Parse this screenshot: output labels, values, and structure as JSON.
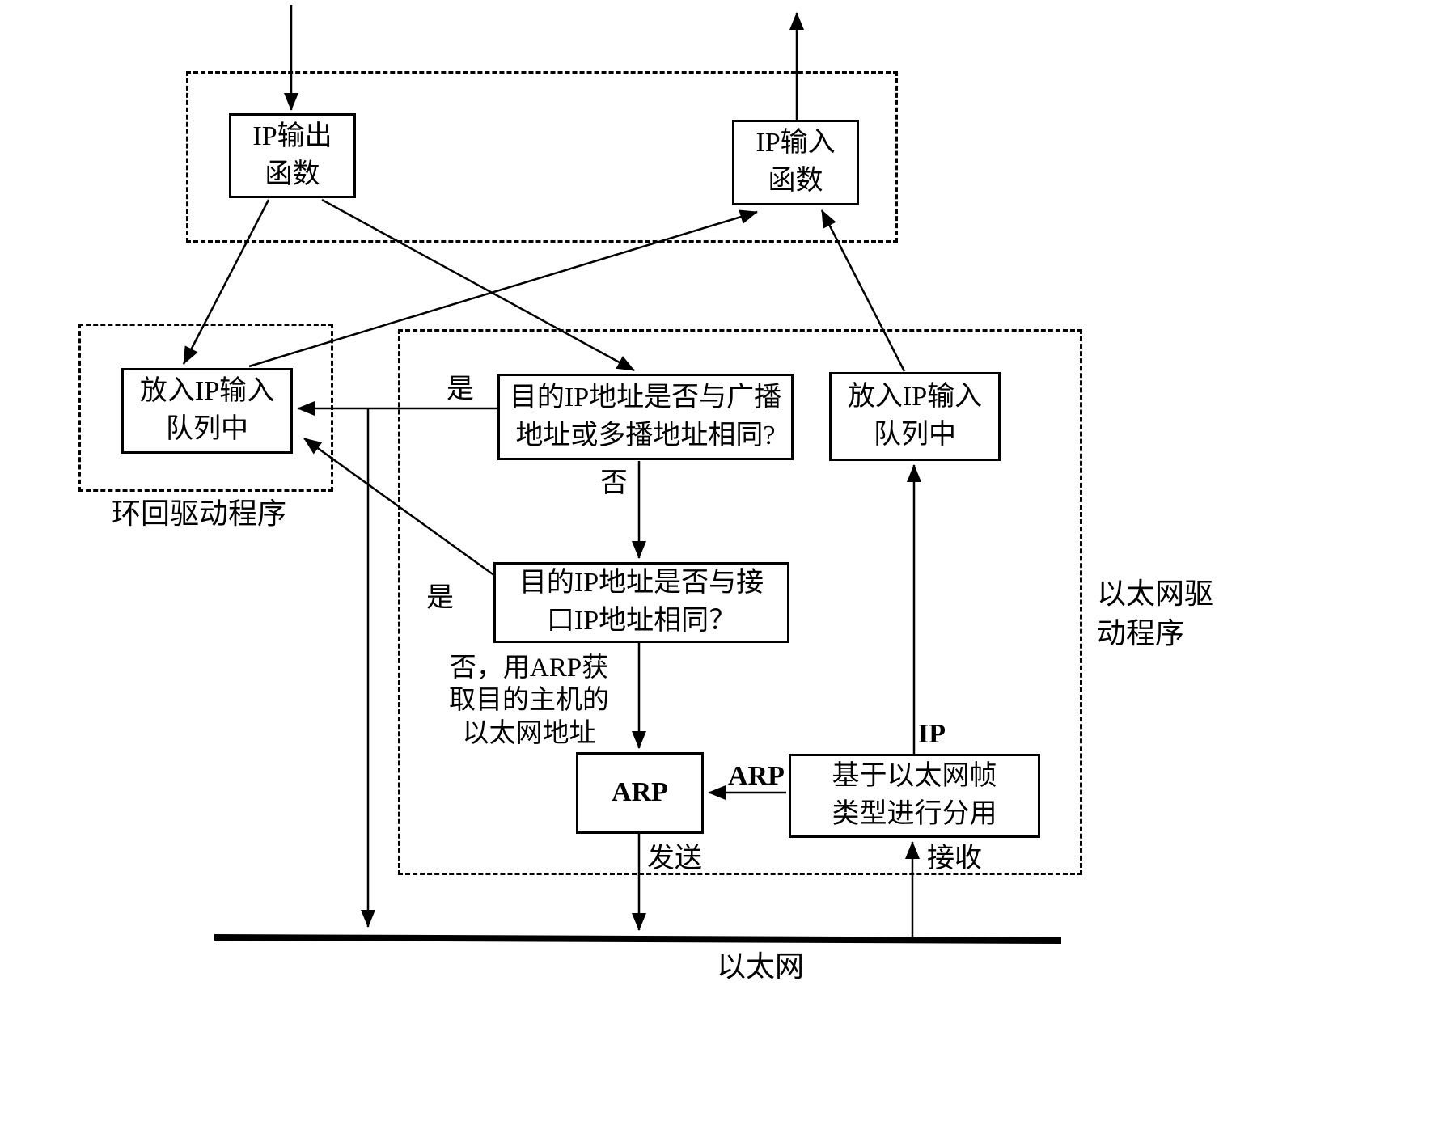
{
  "colors": {
    "ink": "#000000",
    "background": "#ffffff"
  },
  "boxes": {
    "ip_output": "IP输出\n函数",
    "ip_input": "IP输入\n函数",
    "loopback_queue": "放入IP输入\n队列中",
    "broadcast_question": "目的IP地址是否与广播\n地址或多播地址相同?",
    "ethernet_queue": "放入IP输入\n队列中",
    "interface_question": "目的IP地址是否与接\n口IP地址相同？",
    "arp": "ARP",
    "demux": "基于以太网帧\n类型进行分用"
  },
  "labels": {
    "loopback_driver": "环回驱动程序",
    "ethernet_driver": "以太网驱\n动程序",
    "broadcast_yes": "是",
    "broadcast_no": "否",
    "interface_yes": "是",
    "arp_note": "否，用ARP获\n取目的主机的\n以太网地址",
    "edge_arp": "ARP",
    "edge_ip": "IP",
    "send": "发送",
    "receive": "接收",
    "ethernet": "以太网"
  }
}
